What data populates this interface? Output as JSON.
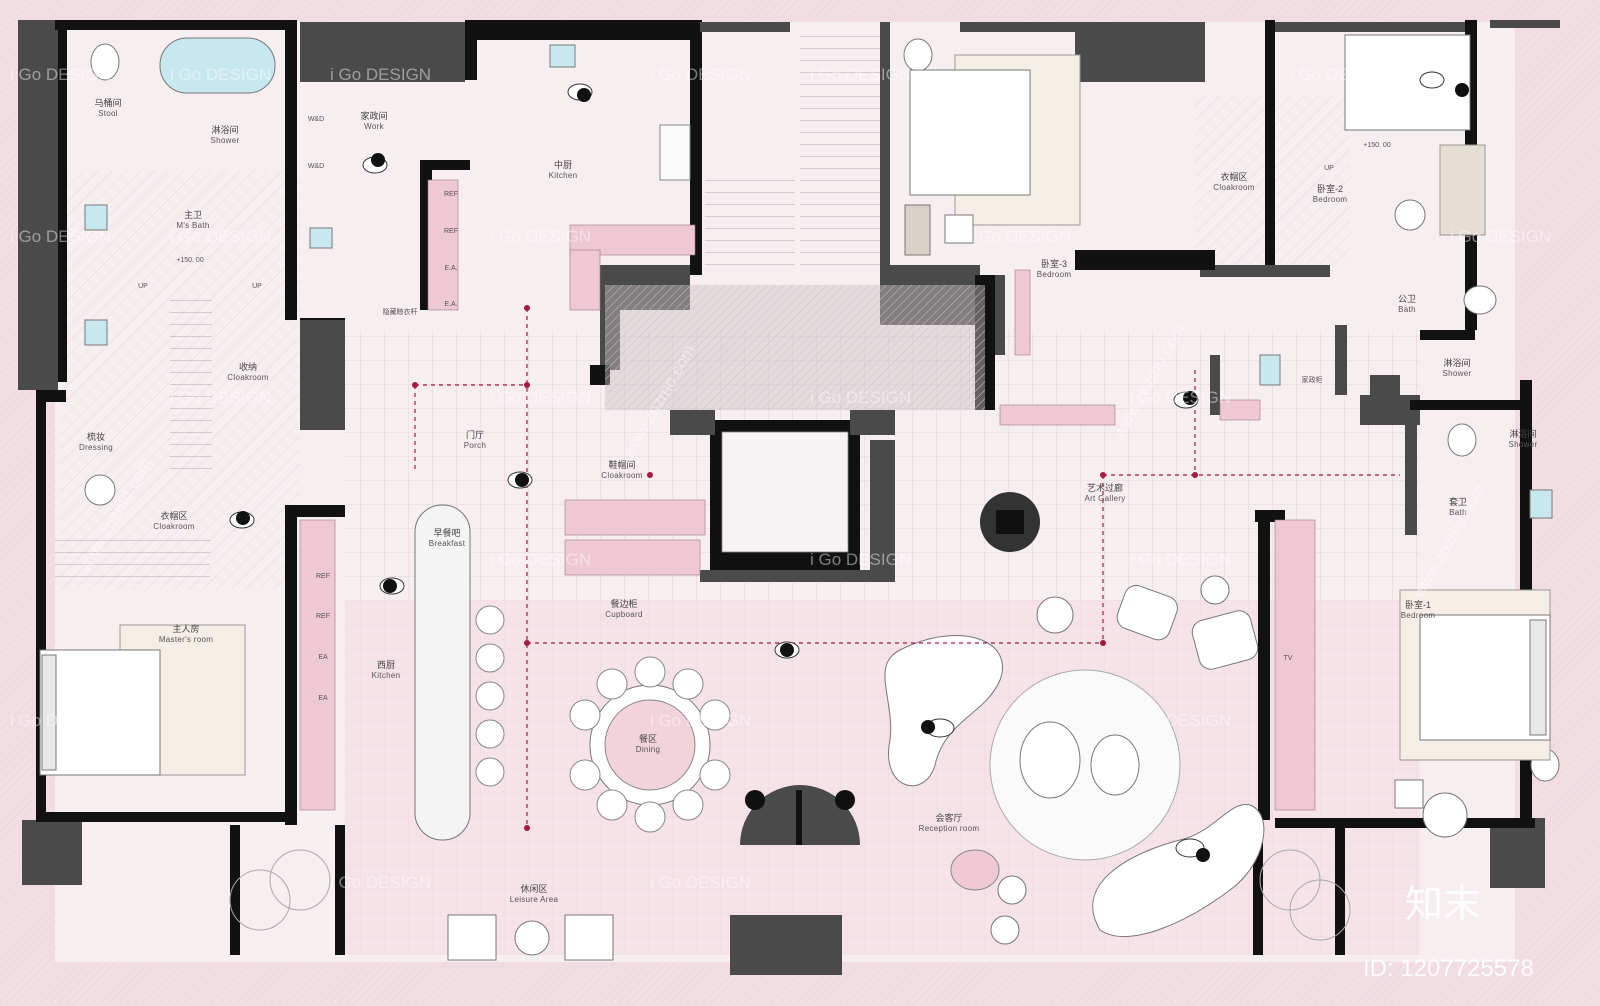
{
  "rooms": [
    {
      "key": "stool",
      "zh": "马桶间",
      "en": "Stool"
    },
    {
      "key": "shower_master",
      "zh": "淋浴间",
      "en": "Shower"
    },
    {
      "key": "master_bath",
      "zh": "主卫",
      "en": "M's Bath"
    },
    {
      "key": "cloakroom_storage",
      "zh": "收纳",
      "en": "Cloakroom"
    },
    {
      "key": "dressing",
      "zh": "梳妆",
      "en": "Dressing"
    },
    {
      "key": "cloakroom_master",
      "zh": "衣帽区",
      "en": "Cloakroom"
    },
    {
      "key": "masters_room",
      "zh": "主人房",
      "en": "Master's room"
    },
    {
      "key": "work",
      "zh": "家政间",
      "en": "Work"
    },
    {
      "key": "kitchen_chinese",
      "zh": "中厨",
      "en": "Kitchen"
    },
    {
      "key": "porch",
      "zh": "门厅",
      "en": "Porch"
    },
    {
      "key": "breakfast",
      "zh": "早餐吧",
      "en": "Breakfast"
    },
    {
      "key": "kitchen_western",
      "zh": "西厨",
      "en": "Kitchen"
    },
    {
      "key": "cloakroom_shoe",
      "zh": "鞋帽间",
      "en": "Cloakroom"
    },
    {
      "key": "cupboard",
      "zh": "餐边柜",
      "en": "Cupboard"
    },
    {
      "key": "dining",
      "zh": "餐区",
      "en": "Dining"
    },
    {
      "key": "leisure",
      "zh": "休闲区",
      "en": "Leisure Area"
    },
    {
      "key": "bedroom3",
      "zh": "卧室-3",
      "en": "Bedroom"
    },
    {
      "key": "cloakroom_b2",
      "zh": "衣帽区",
      "en": "Cloakroom"
    },
    {
      "key": "bedroom2",
      "zh": "卧室-2",
      "en": "Bedroom"
    },
    {
      "key": "public_bath",
      "zh": "公卫",
      "en": "Bath"
    },
    {
      "key": "shower_public",
      "zh": "淋浴间",
      "en": "Shower"
    },
    {
      "key": "art_gallery",
      "zh": "艺术过廊",
      "en": "Art Gallery"
    },
    {
      "key": "shower_suite",
      "zh": "淋浴间",
      "en": "Shower"
    },
    {
      "key": "suite_bath",
      "zh": "套卫",
      "en": "Bath"
    },
    {
      "key": "bedroom1",
      "zh": "卧室-1",
      "en": "Bedroom"
    },
    {
      "key": "reception",
      "zh": "会客厅",
      "en": "Reception room"
    }
  ],
  "tags": {
    "wd1": "W&D",
    "wd2": "W&D",
    "ref": "REF",
    "ea": "E.A.",
    "ea2": "EA",
    "hidden_rack": "隐藏晾衣杆",
    "housework": "家政柜",
    "tv": "TV",
    "up": "UP",
    "level": "+150. 00"
  },
  "watermarks": {
    "design": "i Go DESIGN",
    "site": "www.znzmo.com",
    "brand": "知末",
    "id": "ID: 1207725578"
  },
  "colors": {
    "background": "#f2dde2",
    "wall": "#4a4a4a",
    "accent_axis": "#a8193d",
    "cabinet_pink": "#eec8d2"
  },
  "icons": {
    "person": "person-icon",
    "dining_table": "round-table-icon",
    "bed": "bed-icon",
    "bathtub": "bathtub-icon",
    "toilet": "toilet-icon",
    "sofa": "sofa-icon",
    "rug": "round-rug-icon"
  }
}
